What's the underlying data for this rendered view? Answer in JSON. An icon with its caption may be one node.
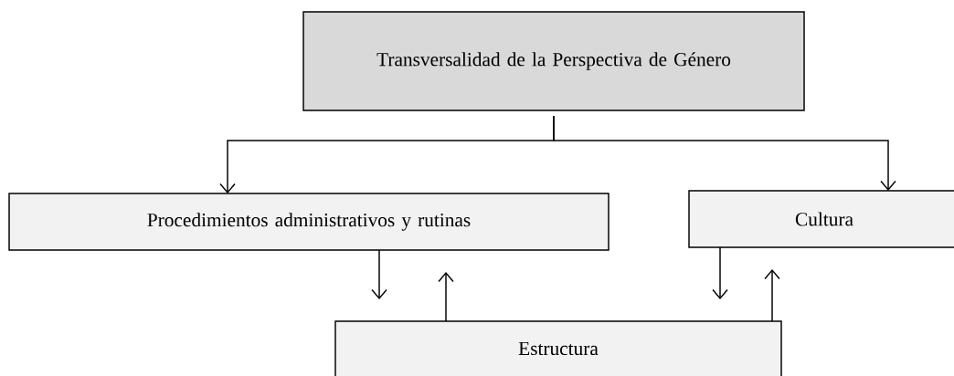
{
  "diagram": {
    "nodes": [
      {
        "text": [
          "Transversalidad de la Perspectiva de Género"
        ]
      },
      {
        "text": [
          "Procedimientos administrativos y rutinas"
        ]
      },
      {
        "text": [
          "Cultura"
        ]
      },
      {
        "text": [
          "Estructura"
        ]
      }
    ],
    "edges": [
      {
        "from": 0,
        "to": 1,
        "arrow": "to"
      },
      {
        "from": 0,
        "to": 2,
        "arrow": "to"
      },
      {
        "from": 1,
        "to": 3,
        "arrow": "to"
      },
      {
        "from": 3,
        "to": 1,
        "arrow": "to"
      },
      {
        "from": 2,
        "to": 3,
        "arrow": "to"
      },
      {
        "from": 3,
        "to": 2,
        "arrow": "to"
      }
    ]
  }
}
